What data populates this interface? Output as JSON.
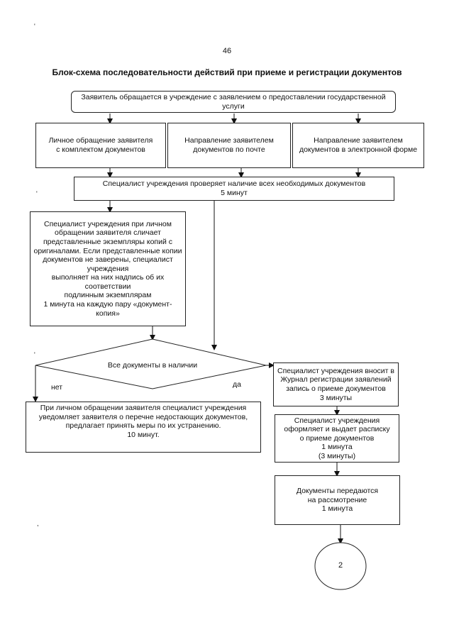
{
  "page_number": "46",
  "title": "Блок-схема последовательности действий при приеме и регистрации документов",
  "boxes": {
    "start": "Заявитель обращается в учреждение с заявлением о предоставлении государственной\nуслуги",
    "personal": "Личное обращение заявителя\nс комплектом документов",
    "mail": "Направление заявителем\nдокументов по почте",
    "electronic": "Направление заявителем\nдокументов в электронной форме",
    "check": "Специалист учреждения проверяет наличие всех необходимых документов\n5 минут",
    "compare": "Специалист учреждения при личном\nобращении заявителя сличает\nпредставленные экземпляры копий с\nоригиналами. Если представленные копии\nдокументов не заверены, специалист\nучреждения\nвыполняет на них надпись об их\nсоответствии\nподлинным экземплярам\n1 минута на каждую пару «документ-копия»",
    "decision": "Все документы в наличии",
    "notify": "При личном обращении заявителя специалист учреждения\nуведомляет заявителя о перечне недостающих документов,\nпредлагает принять меры по их устранению.\n10 минут.",
    "register": "Специалист учреждения вносит в\nЖурнал регистрации заявлений\nзапись о приеме документов\n3 минуты",
    "receipt": "Специалист учреждения\nоформляет и выдает расписку\nо приеме документов\n1 минута\n(3 минуты)",
    "transfer": "Документы передаются\nна рассмотрение\n1 минута",
    "connector": "2"
  },
  "labels": {
    "no": "нет",
    "yes": "да"
  },
  "marks": {
    "dot1": "'",
    "dot2": "'",
    "dot3": "'",
    "dot4": ","
  }
}
